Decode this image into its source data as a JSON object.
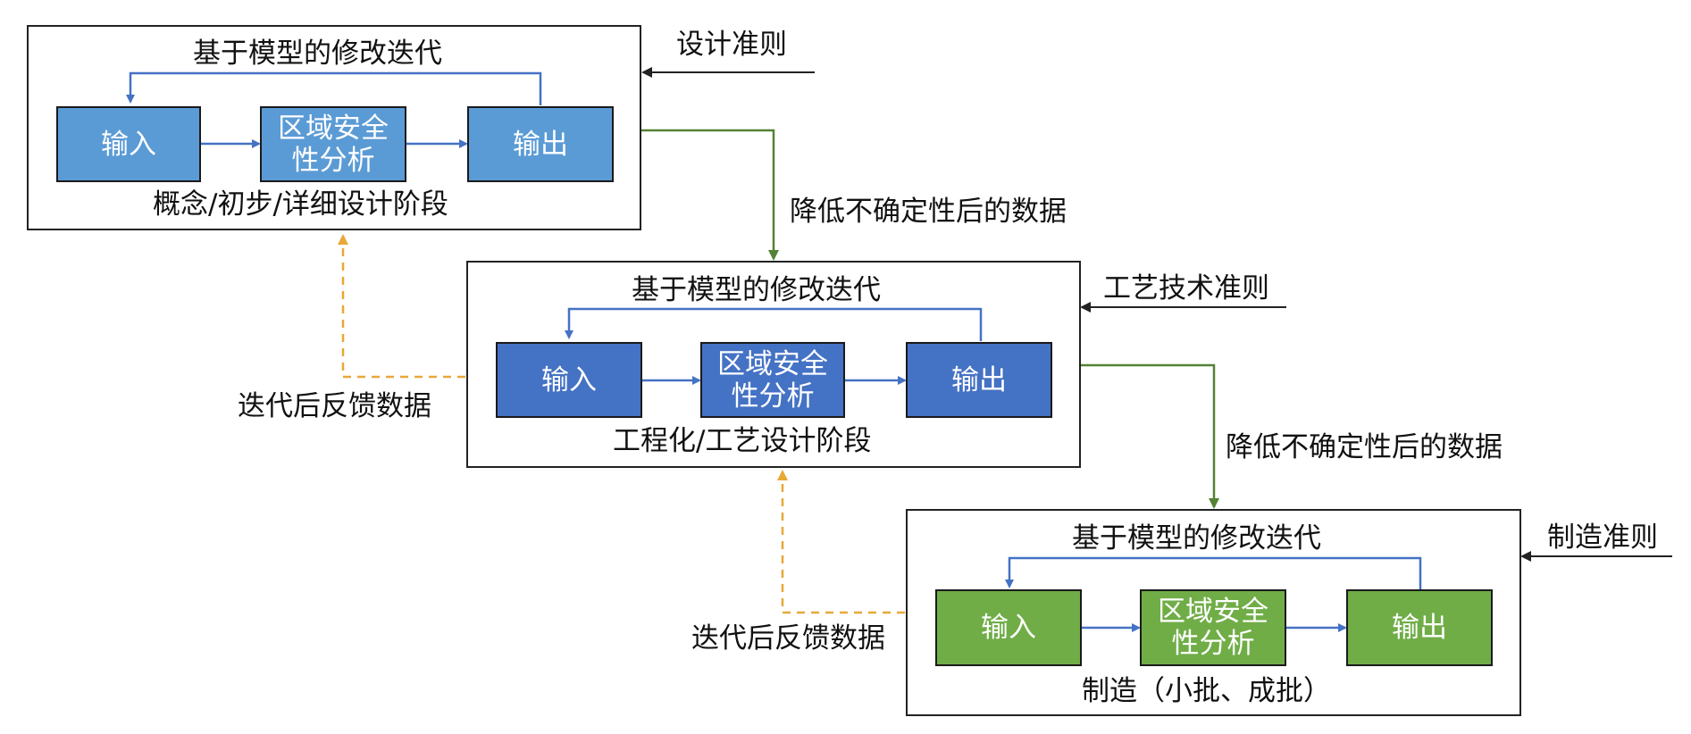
{
  "colors": {
    "stage1_box": "#5b9bd5",
    "stage2_box": "#4472c4",
    "stage3_box": "#70ad47",
    "loop_arrow": "#4472c4",
    "flow_arrow": "#548235",
    "feedback_arrow": "#e8a838",
    "criteria_arrow": "#222222"
  },
  "stages": [
    {
      "loop_label": "基于模型的修改迭代",
      "input": "输入",
      "analysis": "区域安全性分析",
      "output": "输出",
      "stage_name": "概念/初步/详细设计阶段",
      "criteria": "设计准则"
    },
    {
      "loop_label": "基于模型的修改迭代",
      "input": "输入",
      "analysis": "区域安全性分析",
      "output": "输出",
      "stage_name": "工程化/工艺设计阶段",
      "criteria": "工艺技术准则"
    },
    {
      "loop_label": "基于模型的修改迭代",
      "input": "输入",
      "analysis": "区域安全性分析",
      "output": "输出",
      "stage_name": "制造（小批、成批）",
      "criteria": "制造准则"
    }
  ],
  "transitions": [
    {
      "label": "降低不确定性后的数据"
    },
    {
      "label": "降低不确定性后的数据"
    }
  ],
  "feedback": [
    {
      "label": "迭代后反馈数据"
    },
    {
      "label": "迭代后反馈数据"
    }
  ]
}
